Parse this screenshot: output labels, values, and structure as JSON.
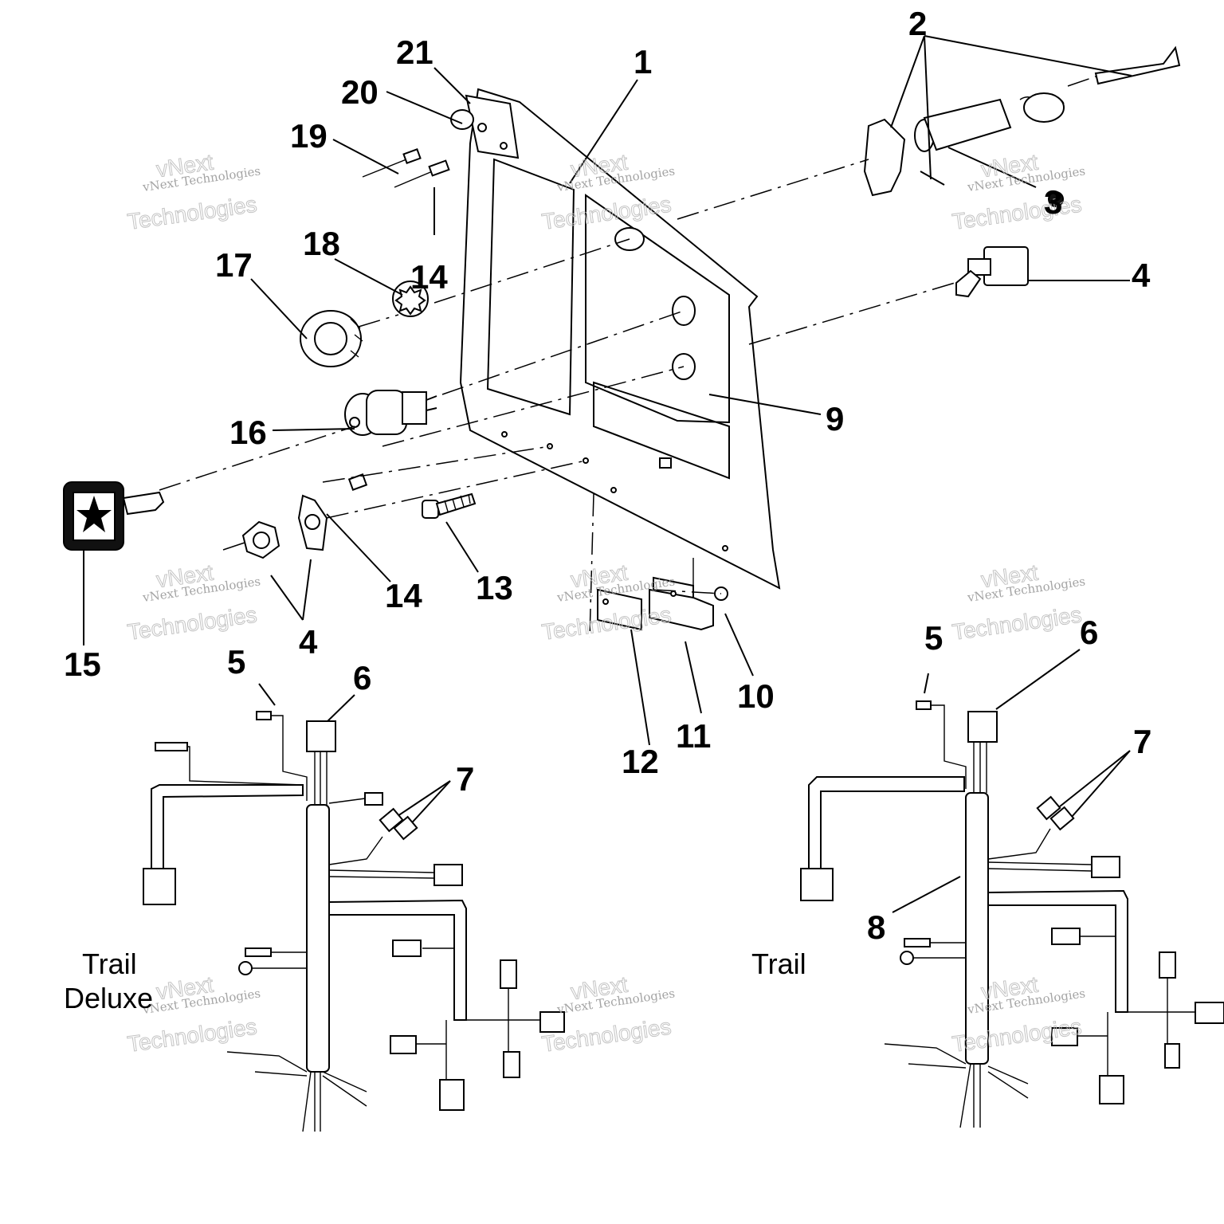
{
  "callouts": [
    {
      "id": "1",
      "label": "1"
    },
    {
      "id": "2",
      "label": "2"
    },
    {
      "id": "3",
      "label": "3"
    },
    {
      "id": "4a",
      "label": "4"
    },
    {
      "id": "4b",
      "label": "4"
    },
    {
      "id": "5a",
      "label": "5"
    },
    {
      "id": "5b",
      "label": "5"
    },
    {
      "id": "6a",
      "label": "6"
    },
    {
      "id": "6b",
      "label": "6"
    },
    {
      "id": "7a",
      "label": "7"
    },
    {
      "id": "7b",
      "label": "7"
    },
    {
      "id": "8",
      "label": "8"
    },
    {
      "id": "9",
      "label": "9"
    },
    {
      "id": "10",
      "label": "10"
    },
    {
      "id": "11",
      "label": "11"
    },
    {
      "id": "12",
      "label": "12"
    },
    {
      "id": "13",
      "label": "13"
    },
    {
      "id": "14a",
      "label": "14"
    },
    {
      "id": "14b",
      "label": "14"
    },
    {
      "id": "15",
      "label": "15"
    },
    {
      "id": "16",
      "label": "16"
    },
    {
      "id": "17",
      "label": "17"
    },
    {
      "id": "18",
      "label": "18"
    },
    {
      "id": "19",
      "label": "19"
    },
    {
      "id": "20",
      "label": "20"
    },
    {
      "id": "21",
      "label": "21"
    }
  ],
  "variants": {
    "left_line1": "Trail",
    "left_line2": "Deluxe",
    "right": "Trail"
  },
  "watermark": {
    "line1": "vNext Technologies",
    "line2": "Technologies",
    "line3": "vNext"
  }
}
